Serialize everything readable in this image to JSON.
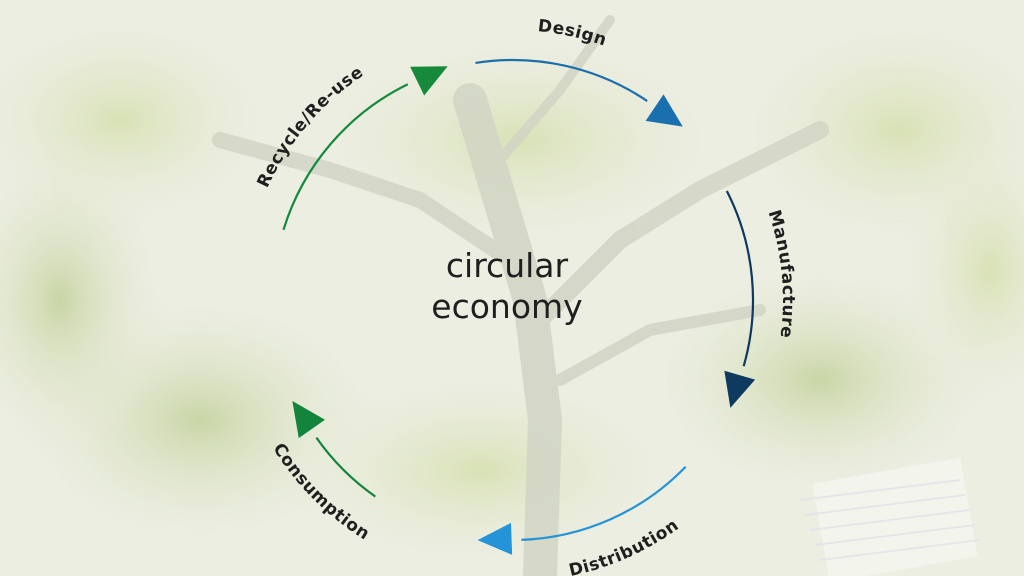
{
  "title": {
    "line1": "circular",
    "line2": "economy"
  },
  "stages": [
    {
      "label": "Design",
      "color": "#1a6fae"
    },
    {
      "label": "Manufacture",
      "color": "#0d3a5e"
    },
    {
      "label": "Distribution",
      "color": "#2493d8"
    },
    {
      "label": "Consumption",
      "color": "#12843c"
    },
    {
      "label": "Recycle/Re-use",
      "color": "#158a3a"
    }
  ],
  "colors": {
    "background": "#eef0e6",
    "text": "#1f1f1f"
  },
  "background_image": "tree-canopy-photo"
}
